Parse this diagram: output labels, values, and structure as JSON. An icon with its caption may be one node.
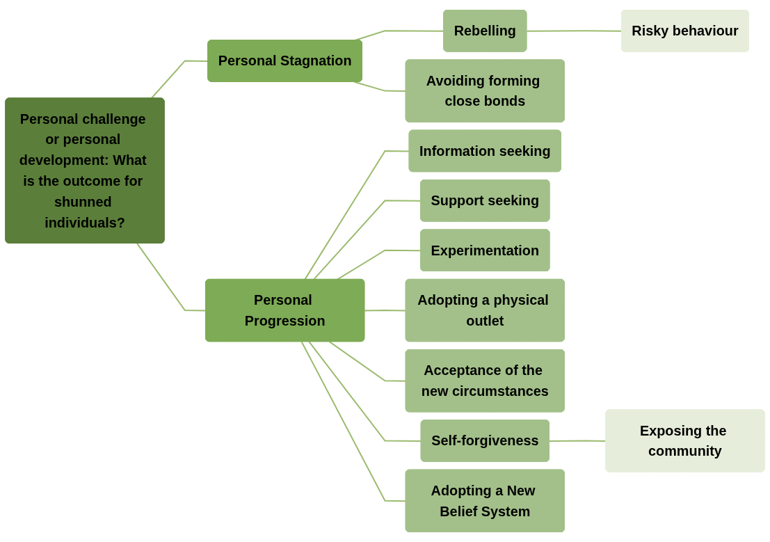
{
  "diagram": {
    "nodes": [
      {
        "text": [
          "Personal challenge or personal development: What is the outcome for shunned individuals?"
        ]
      },
      {
        "text": [
          "Personal Stagnation"
        ]
      },
      {
        "text": [
          "Rebelling"
        ]
      },
      {
        "text": [
          "Risky behaviour"
        ]
      },
      {
        "text": [
          "Avoiding forming close bonds"
        ]
      },
      {
        "text": [
          "Personal Progression"
        ]
      },
      {
        "text": [
          "Information seeking"
        ]
      },
      {
        "text": [
          "Support seeking"
        ]
      },
      {
        "text": [
          "Experimentation"
        ]
      },
      {
        "text": [
          "Adopting a physical outlet"
        ]
      },
      {
        "text": [
          "Acceptance of the new circumstances"
        ]
      },
      {
        "text": [
          "Self-forgiveness"
        ]
      },
      {
        "text": [
          "Exposing the community"
        ]
      },
      {
        "text": [
          "Adopting a New Belief System"
        ]
      }
    ],
    "edges": [
      {
        "from": 0,
        "to": 1,
        "arrow": "none"
      },
      {
        "from": 1,
        "to": 2,
        "arrow": "none"
      },
      {
        "from": 2,
        "to": 3,
        "arrow": "none"
      },
      {
        "from": 1,
        "to": 4,
        "arrow": "none"
      },
      {
        "from": 0,
        "to": 5,
        "arrow": "none"
      },
      {
        "from": 5,
        "to": 6,
        "arrow": "none"
      },
      {
        "from": 5,
        "to": 7,
        "arrow": "none"
      },
      {
        "from": 5,
        "to": 8,
        "arrow": "none"
      },
      {
        "from": 5,
        "to": 9,
        "arrow": "none"
      },
      {
        "from": 5,
        "to": 10,
        "arrow": "none"
      },
      {
        "from": 5,
        "to": 11,
        "arrow": "none"
      },
      {
        "from": 11,
        "to": 12,
        "arrow": "none"
      },
      {
        "from": 5,
        "to": 13,
        "arrow": "none"
      }
    ]
  }
}
